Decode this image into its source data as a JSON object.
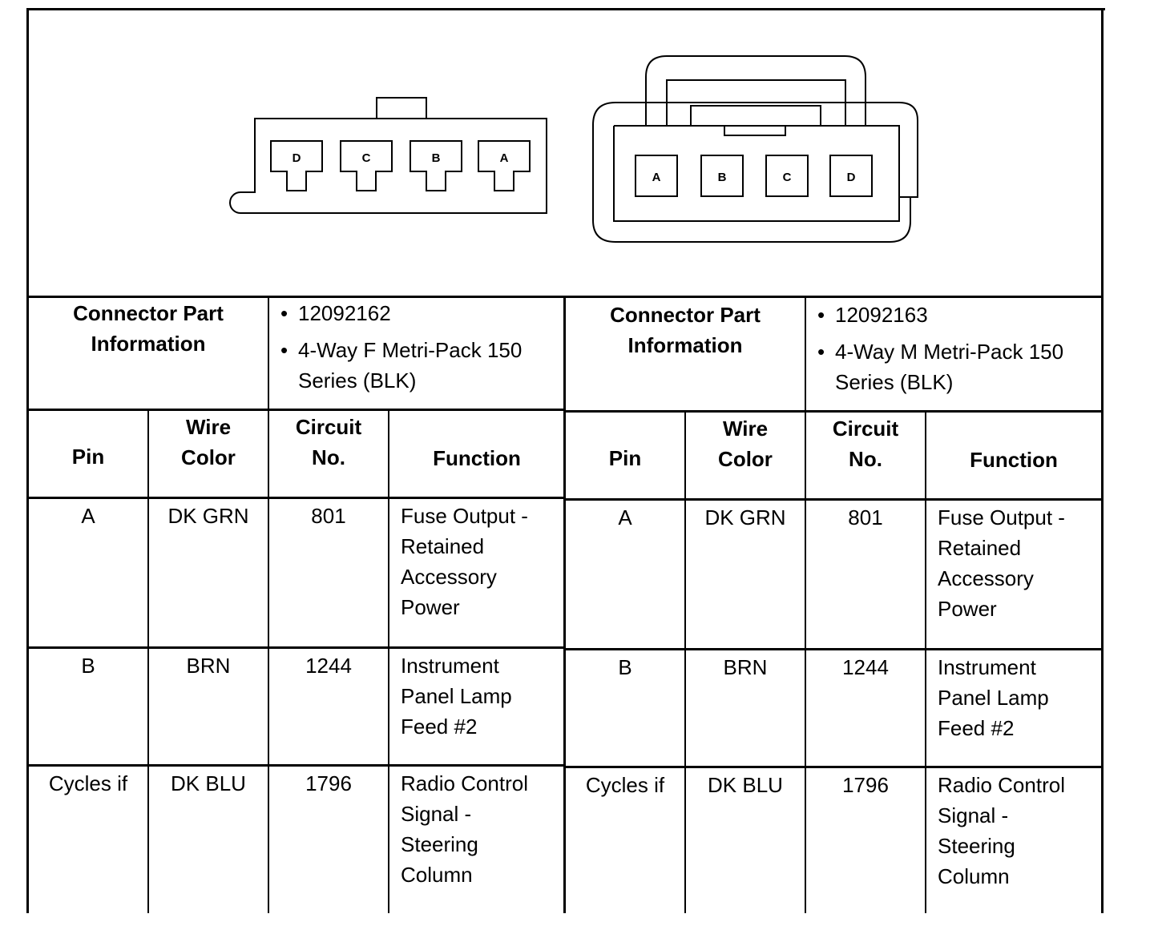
{
  "connectors": [
    {
      "pins_order": [
        "D",
        "C",
        "B",
        "A"
      ],
      "part_info_label": "Connector Part\nInformation",
      "part_info": [
        "12092162",
        "4-Way F Metri-Pack 150\nSeries (BLK)"
      ]
    },
    {
      "pins_order": [
        "A",
        "B",
        "C",
        "D"
      ],
      "part_info_label": "Connector Part\nInformation",
      "part_info": [
        "12092163",
        "4-Way M Metri-Pack 150\nSeries (BLK)"
      ]
    }
  ],
  "columns": [
    "Pin",
    "Wire\nColor",
    "Circuit\nNo.",
    "Function"
  ],
  "rows": [
    {
      "pin": "A",
      "wire_color": "DK GRN",
      "circuit": "801",
      "function": "Fuse Output -\nRetained\nAccessory\nPower"
    },
    {
      "pin": "B",
      "wire_color": "BRN",
      "circuit": "1244",
      "function": "Instrument\nPanel Lamp\nFeed #2"
    },
    {
      "pin": "Cycles if",
      "wire_color": "DK BLU",
      "circuit": "1796",
      "function": "Radio Control\nSignal -\nSteering\nColumn"
    }
  ]
}
